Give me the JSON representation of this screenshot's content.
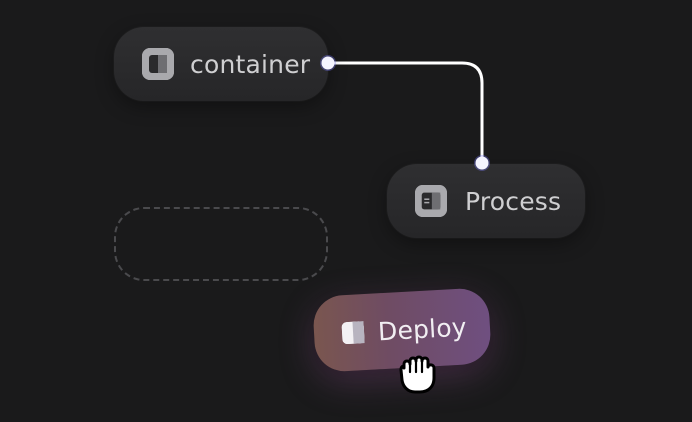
{
  "nodes": {
    "container": {
      "label": "container",
      "icon": "container-icon"
    },
    "process": {
      "label": "Process",
      "icon": "process-icon"
    },
    "deploy": {
      "label": "Deploy",
      "icon": "deploy-icon"
    }
  },
  "connector": {
    "from": "container",
    "to": "process"
  },
  "drop_zone": {
    "visible": true
  },
  "cursor": {
    "icon": "grab-hand-icon"
  },
  "colors": {
    "background": "#1a1a1b",
    "node_fill": "#2b2b2d",
    "node_text": "#cfcfd1",
    "connector": "#ffffff",
    "handle_glow": "#7c7cff",
    "deploy_gradient_start": "#7a564f",
    "deploy_gradient_end": "#6f4f80"
  }
}
